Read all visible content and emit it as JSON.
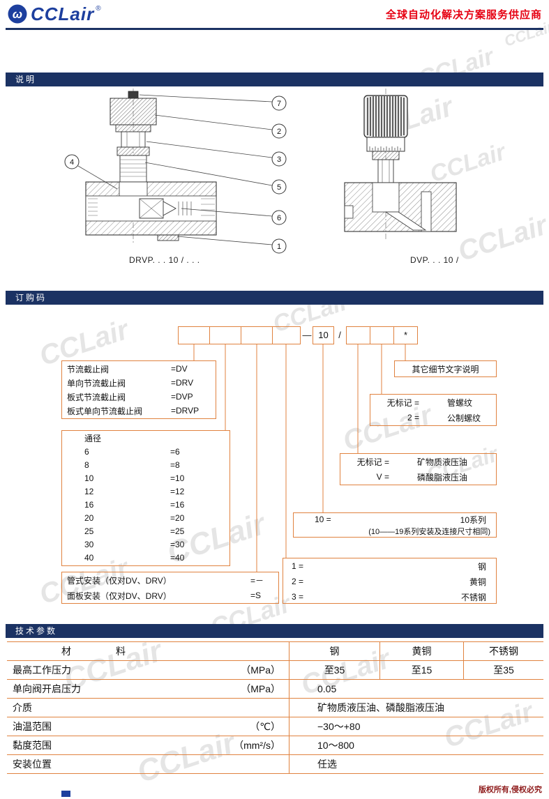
{
  "header": {
    "brand": "CCLair",
    "reg_mark": "®",
    "tagline": "全球自动化解决方案服务供应商"
  },
  "section_bars": {
    "description": "说明",
    "ordering": "订购码",
    "tech": "技术参数"
  },
  "drawings": {
    "left_caption": "DRVP. . . 10 / . . .",
    "right_caption": "DVP. . . 10 /",
    "callouts": {
      "n1": "1",
      "n2": "2",
      "n3": "3",
      "n4": "4",
      "n5": "5",
      "n6": "6",
      "n7": "7"
    }
  },
  "order_code": {
    "dash": "—",
    "series_value": "10",
    "slash": "/",
    "star": "*",
    "valve_types": [
      {
        "label": "节流截止阀",
        "code": "=DV"
      },
      {
        "label": "单向节流截止阀",
        "code": "=DRV"
      },
      {
        "label": "板式节流截止阀",
        "code": "=DVP"
      },
      {
        "label": "板式单向节流截止阀",
        "code": "=DRVP"
      }
    ],
    "size": {
      "title": "通径",
      "rows": [
        {
          "label": "6",
          "code": "=6"
        },
        {
          "label": "8",
          "code": "=8"
        },
        {
          "label": "10",
          "code": "=10"
        },
        {
          "label": "12",
          "code": "=12"
        },
        {
          "label": "16",
          "code": "=16"
        },
        {
          "label": "20",
          "code": "=20"
        },
        {
          "label": "25",
          "code": "=25"
        },
        {
          "label": "30",
          "code": "=30"
        },
        {
          "label": "40",
          "code": "=40"
        }
      ]
    },
    "mounting": [
      {
        "label": "管式安装（仅对DV、DRV）",
        "code": "=－"
      },
      {
        "label": "面板安装（仅对DV、DRV）",
        "code": "=S"
      }
    ],
    "material": [
      {
        "code": "1 =",
        "label": "钢"
      },
      {
        "code": "2 =",
        "label": "黄铜"
      },
      {
        "code": "3 =",
        "label": "不锈钢"
      }
    ],
    "series": {
      "code": "10 =",
      "label": "10系列",
      "note": "(10——19系列安装及连接尺寸相同)"
    },
    "fluid": [
      {
        "code": "无标记 =",
        "label": "矿物质液压油"
      },
      {
        "code": "V =",
        "label": "磷酸脂液压油"
      }
    ],
    "thread": [
      {
        "code": "无标记 =",
        "label": "管螺纹"
      },
      {
        "code": "2 =",
        "label": "公制螺纹"
      }
    ],
    "other": "其它细节文字说明"
  },
  "tech": {
    "material_label": "材　　料",
    "material_values": [
      "钢",
      "黄铜",
      "不锈钢"
    ],
    "pressure": {
      "label": "最高工作压力",
      "unit": "（MPa）",
      "values": [
        "至35",
        "至15",
        "至35"
      ]
    },
    "check_pressure": {
      "label": "单向阀开启压力",
      "unit": "（MPa）",
      "value": "0.05"
    },
    "medium": {
      "label": "介质",
      "unit": "",
      "value": "矿物质液压油、磷酸脂液压油"
    },
    "temp": {
      "label": "油温范围",
      "unit": "（℃）",
      "value": "−30～+80"
    },
    "viscosity": {
      "label": "黏度范围",
      "unit": "（mm²/s）",
      "value": "10～800"
    },
    "position": {
      "label": "安装位置",
      "unit": "",
      "value": "任选"
    }
  },
  "footer": {
    "copyright": "版权所有,侵权必究"
  },
  "watermark": "CCLair"
}
